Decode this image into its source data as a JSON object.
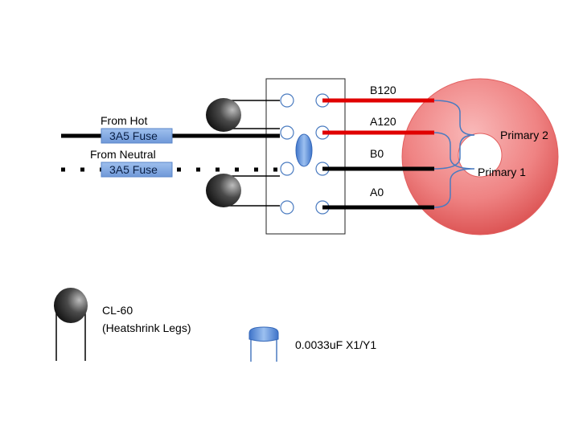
{
  "inputs": {
    "hot_label": "From Hot",
    "neutral_label": "From Neutral",
    "hot_fuse": "3A5 Fuse",
    "neutral_fuse": "3A5 Fuse"
  },
  "wires": {
    "b120": "B120",
    "a120": "A120",
    "b0": "B0",
    "a0": "A0"
  },
  "transformer": {
    "primary_2": "Primary 2",
    "primary_1": "Primary 1"
  },
  "legend": {
    "thermistor_name": "CL-60",
    "thermistor_note": "(Heatshrink Legs)",
    "capacitor": "0.0033uF X1/Y1"
  },
  "colors": {
    "hot_wire": "#e00000",
    "neutral_wire": "#000000",
    "fuse_fill": "#7ea6e0",
    "toroid_outer": "#e96a6a",
    "toroid_inner": "#f7b0b0",
    "bracket": "#4a7bc0"
  },
  "icons": {
    "thermistor": "ntc-thermistor-icon",
    "capacitor": "capacitor-icon"
  }
}
